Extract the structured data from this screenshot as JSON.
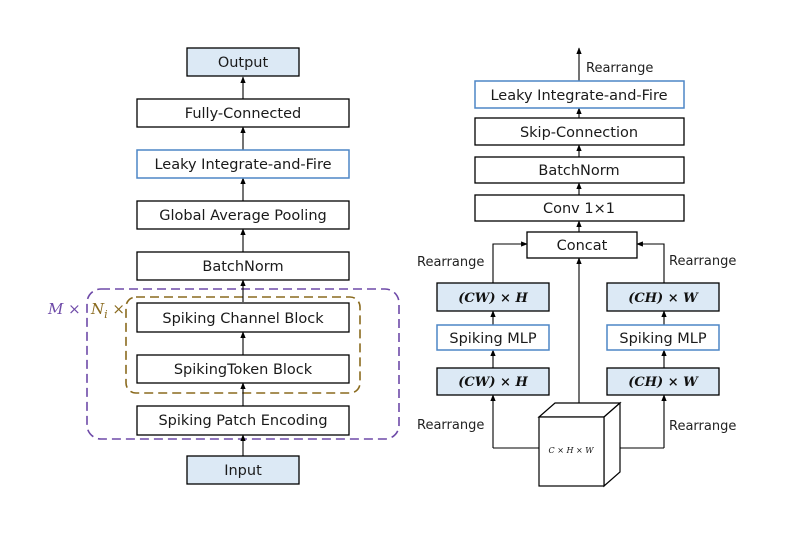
{
  "left": {
    "output": "Output",
    "fully_connected": "Fully-Connected",
    "lif": "Leaky Integrate-and-Fire",
    "gap": "Global Average Pooling",
    "batchnorm": "BatchNorm",
    "channel_block": "Spiking Channel Block",
    "token_block": "SpikingToken Block",
    "patch_encoding": "Spiking Patch Encoding",
    "input": "Input",
    "outer_repeat": "M ×",
    "inner_repeat": "N",
    "inner_repeat_sub": "i",
    "inner_repeat_suffix": " ×"
  },
  "right": {
    "rearrange_top": "Rearrange",
    "lif": "Leaky Integrate-and-Fire",
    "skip": "Skip-Connection",
    "batchnorm": "BatchNorm",
    "conv": "Conv 1×1",
    "concat": "Concat",
    "rearrange_upper_left": "Rearrange",
    "rearrange_upper_right": "Rearrange",
    "cw_h_top": "(CW) × H",
    "ch_w_top": "(CH) × W",
    "mlp_left": "Spiking MLP",
    "mlp_right": "Spiking MLP",
    "cw_h_bottom": "(CW) × H",
    "ch_w_bottom": "(CH) × W",
    "rearrange_lower_left": "Rearrange",
    "rearrange_lower_right": "Rearrange",
    "cube_label": "C × H × W"
  },
  "colors": {
    "blue_fill": "#dce9f5",
    "blue_border": "#4d86c6",
    "purple_dash": "#6e4aa8",
    "gold_dash": "#8a6a1e"
  }
}
